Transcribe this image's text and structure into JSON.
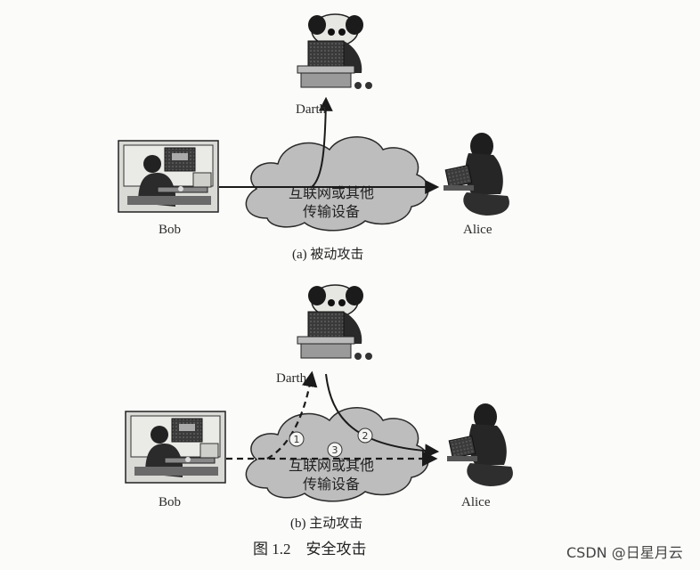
{
  "passive": {
    "attacker": "Darth",
    "sender": "Bob",
    "receiver": "Alice",
    "cloud_line1": "互联网或其他",
    "cloud_line2": "传输设备",
    "caption": "(a) 被动攻击"
  },
  "active": {
    "attacker": "Darth",
    "sender": "Bob",
    "receiver": "Alice",
    "cloud_line1": "互联网或其他",
    "cloud_line2": "传输设备",
    "caption": "(b) 主动攻击",
    "path_labels": [
      "1",
      "2",
      "3"
    ]
  },
  "figure_caption": "图 1.2　安全攻击",
  "watermark": "CSDN @日星月云",
  "colors": {
    "cloud_fill": "#bdbdbd",
    "ink": "#1a1a1a",
    "background": "#fbfbf9"
  }
}
